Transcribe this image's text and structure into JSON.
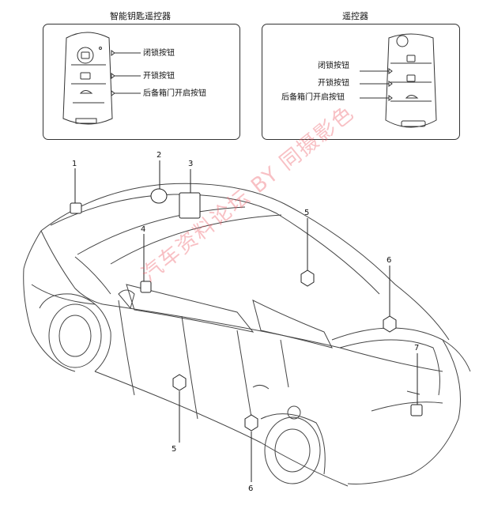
{
  "smart_key_panel": {
    "title": "智能钥匙遥控器",
    "labels": [
      "闭锁按钮",
      "开锁按钮",
      "后备箱门开启按钮"
    ]
  },
  "remote_panel": {
    "title": "遥控器",
    "labels": [
      "闭锁按钮",
      "开锁按钮",
      "后备箱门开启按钮"
    ]
  },
  "callouts": [
    "1",
    "2",
    "3",
    "4",
    "5",
    "6",
    "5",
    "6",
    "7"
  ],
  "watermark": "汽车资料论坛 BY 同摄影色",
  "colors": {
    "watermark": "#ec5a64",
    "line": "#333333"
  }
}
